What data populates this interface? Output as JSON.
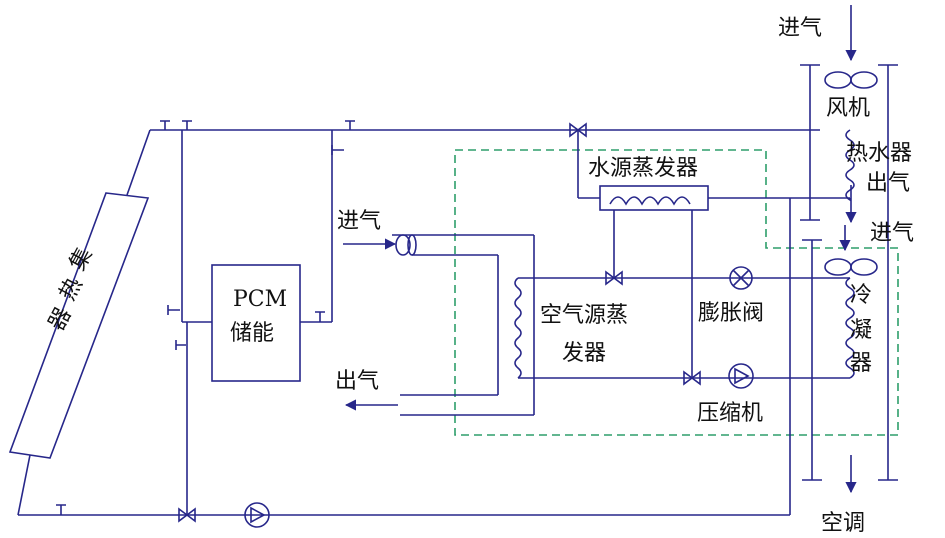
{
  "labels": {
    "in_air_top": "进气",
    "fan": "风机",
    "water_heater": "热水器",
    "out_air_right": "出气",
    "in_air_right": "进气",
    "condenser_1": "冷",
    "condenser_2": "凝",
    "condenser_3": "器",
    "aircon": "空调",
    "water_evaporator": "水源蒸发器",
    "air_evaporator_1": "空气源蒸",
    "air_evaporator_2": "发器",
    "expansion_valve": "膨胀阀",
    "compressor": "压缩机",
    "pcm_1": "PCM",
    "pcm_2": "储能",
    "in_air_left": "进气",
    "out_air_left": "出气",
    "collector_1": "集",
    "collector_2": "热",
    "collector_3": "器"
  },
  "colors": {
    "pipe": "#27278a",
    "dashed_box": "#2e9e6b",
    "text": "#111111"
  },
  "icons": {
    "fan": "fan-icon",
    "valve": "valve-icon",
    "pump": "pump-icon",
    "compressor": "compressor-icon",
    "expansion_valve": "expansion-valve-icon"
  }
}
